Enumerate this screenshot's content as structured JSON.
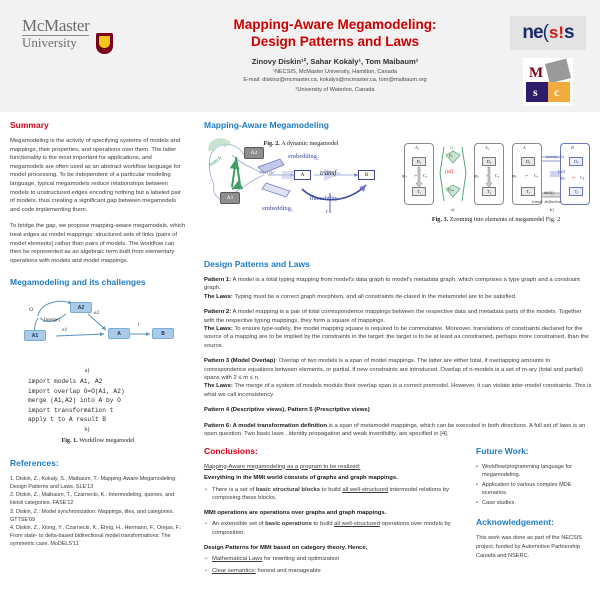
{
  "header": {
    "logo_mcmaster_line1": "McMaster",
    "logo_mcmaster_line2": "University",
    "logo_necsis": "ne",
    "logo_necsis_mid": "c",
    "logo_necsis_end": "s",
    "logo_necsis_tail": "s",
    "logo_msc_m": "M",
    "logo_msc_s": "s",
    "logo_msc_c": "c",
    "title_line1": "Mapping-Aware Megamodeling:",
    "title_line2": "Design Patterns and Laws",
    "authors": "Zinovy Diskin¹², Sahar Kokaly¹, Tom Maibaum¹",
    "affiliation1": "¹NECSIS, McMaster University, Hamilton, Canada",
    "email": "E-mail: diskinz@mcmaster.ca, kokalys@mcmaster.ca,  tom@maibaum.org",
    "affiliation2": "²University of Waterloo, Canada"
  },
  "summary": {
    "heading": "Summary",
    "para1": "Megamodeling is the activity of specifying systems of models and mappings, their properties, and operations over them. The latter functionality is the most important for applications, and megamodels are often used as an abstract workflow language for model processing. To be independent of a particular modeling language, typical megamodels reduce relationships between models to unstructured edges encoding nothing but a labeled pair of models, thus creating a significant gap between megamodels and code implementing them.",
    "para2": "To bridge the gap, we propose mapping-aware megamodels, which treat edges as model mappings: structured sets of links (pairs of model elements) rather than pairs of models. The workflow can then be represented as an algebraic term built from elementary operations with models and model mappings."
  },
  "challenges": {
    "heading": "Megamodeling and its challenges",
    "fig1": {
      "nodes": {
        "a2": "A2",
        "a1": "A1",
        "a": "A",
        "b": "B"
      },
      "labels": {
        "o": "O",
        "merge": "[merge]",
        "e1": "e1",
        "e2": "e2",
        "t": "t"
      },
      "sublabel_a": "a)",
      "sublabel_b": "b)",
      "code": "import models A1, A2\nimport overlap O=O(A1, A2)\nmerge (A1,A2) into A by O\nimport transformation t\napply t to A result B",
      "caption_bold": "Fig. 1.",
      "caption_text": " Workflow megamodel"
    }
  },
  "references": {
    "heading": "References:",
    "items": [
      "1. Diskin, Z., Kokaly, S., Maibaum, T.: Mapping-Aware Megamodeling: Design Patterns and Laws. SLE'13",
      "2. Diskin, Z., Maibaum, T., Czarnecki, K.: Intermodeling, queries, and kleisli categories. FASE'12",
      "3. Diskin, Z.: Model synchronization: Mappings, tiles, and categories. GTTSE'09",
      "4. Diskin, Z., Xiong, Y., Czarnecki, K., Ehrig, H., Hermann, F., Orejas, F.: From state- to delta-based bidirectional model transformations: The symmetric case. MoDELS'11"
    ]
  },
  "mapping_aware": {
    "heading": "Mapping-Aware Megamodeling",
    "fig2": {
      "nodes": {
        "a2": "A2",
        "a1": "A1",
        "a": "A",
        "b": "B"
      },
      "labels": {
        "match": "match",
        "merge": "merge",
        "transf": "transf",
        "embedding1": "embedding₁",
        "embedding2": "embedding₂",
        "traceability": "traceability",
        "t": "t",
        "o": "o",
        "e1": "e₁",
        "e2": "e₂"
      },
      "caption_bold": "Fig. 2.",
      "caption_text": " A dynamic megamodel"
    },
    "fig3": {
      "panel_a": {
        "a1": "A₁",
        "a2": "A₂",
        "o": "O",
        "d1": "D₁",
        "d2": "D₂",
        "t1": "T₁",
        "t2": "T₂",
        "c1": "C₁",
        "c2": "C₂",
        "tp1": "tp₁",
        "tp2": "tp₂",
        "tsf": "[tsf]",
        "dd": "D₀",
        "dm": "D₀ₘ",
        "sub": "a)"
      },
      "panel_b": {
        "a": "A",
        "b": "B",
        "da": "Dₐ",
        "db": "Dᵦ",
        "ta": "Tₐ",
        "tb": "Tᵦ",
        "ca": "Cₐ",
        "cb": "Cᵦ",
        "tpa": "tpₐ",
        "tpb": "tpᵦ",
        "trace": "trace(t, A)",
        "tsf": "[tsf]",
        "deft": "def(t)",
        "transf_def": "transf. definition",
        "sub": "b)"
      },
      "caption_bold": "Fig. 3.",
      "caption_text": " Zooming into elements of megamodel Fig. 2"
    }
  },
  "patterns": {
    "heading": "Design Patterns and Laws",
    "items": [
      {
        "lead": "Pattern 1:",
        "text": "  A model is a total typing mapping from model's data graph to model's metadata graph, which comprises a type graph and a constraint graph.",
        "law_lead": "The Laws:",
        "law_text": " Typing must be a correct graph morphism, and all constraints de-clared in the metamodel are to be satisfied."
      },
      {
        "lead": "Pattern 2:",
        "text": " A model mapping is a pair of total correspondence mappings between the respective data and metadata parts of the models. Together with the respective typing mappings, they form a square of mappings.",
        "law_lead": "The Laws:",
        "law_text": " To ensure type-safety, the model mapping square is required to be commutative. Moreover, translations of constraints declared for the source of a mapping are to be implied by the constraints in the target: the target is to be at least as constrained, perhaps more constrained, than the source."
      },
      {
        "lead": "Pattern 3 (Model Overlap)",
        "text": ": Overlap of two models is a span of model mappings. The latter are either total, if overlapping amounts to correspondence equations between elements, or partial, if new constraints are introduced. Overlap of n-models is a set of m-ary (total and partial) spans with 2 ≤ m ≤  n.",
        "law_lead": "The Laws:",
        "law_text": " The merge of a system of models modulo their overlap span is a correct premodel. However, it can violate inter-model constraints. This is what we call inconsistency."
      },
      {
        "lead": "Pattern 4 (Descriptive views), Pattern 5 (Prescriptive views)",
        "text": "",
        "law_lead": "",
        "law_text": ""
      },
      {
        "lead": "Pattern 6:",
        "text_bold": "  A model transformation definition",
        "text": " is a span of metamodel mappings, which can be executed in both directions. A full set of laws is an open question. Two basic laws , identity propagation and weak invertibility, are specified in [4].",
        "law_lead": "",
        "law_text": ""
      }
    ]
  },
  "conclusions": {
    "heading": "Conclusions:",
    "line_underlined": "Mapping-Aware megamodeling as a program to be realized:",
    "claim1": "Everything in the MMt world consists of graphs and graph mappings.",
    "bullet1_pre": "There is a set of ",
    "bullet1_bold": "basic structural blocks",
    "bullet1_mid": " to build ",
    "bullet1_ul": "all well-structured",
    "bullet1_post": " intermodel relations by composing these blocks.",
    "claim2": "MMt operations are operations over graphs and graph mappings.",
    "bullet2_pre": "An extensible set of ",
    "bullet2_bold": "basic operations",
    "bullet2_mid": " to build ",
    "bullet2_ul": "all well-structured",
    "bullet2_post": " operations over models by composition.",
    "claim3": "Design Patterns for MMt based on category theory. Hence,",
    "bullet3_ul": "Mathematical Laws",
    "bullet3_post": " for rewriting and optimization",
    "bullet4_ul": "Clear semantics:",
    "bullet4_post": " honest and manageable"
  },
  "future_work": {
    "heading": "Future Work:",
    "items": [
      "Workflow/programming language for megamodeling.",
      "Application to various complex MDE scenarios.",
      "Case studies."
    ]
  },
  "acknowledgement": {
    "heading": "Acknowledgement:",
    "text": "This work was done as part of the NECSIS project, funded by Automotive Partnership Canada and NSERC."
  },
  "colors": {
    "red": "#d6001c",
    "blue": "#1f7bc4",
    "title_red": "#cc0000",
    "node_blue": "#a9cbe8",
    "green": "#4aa06a",
    "navy": "#3b4a9e"
  }
}
